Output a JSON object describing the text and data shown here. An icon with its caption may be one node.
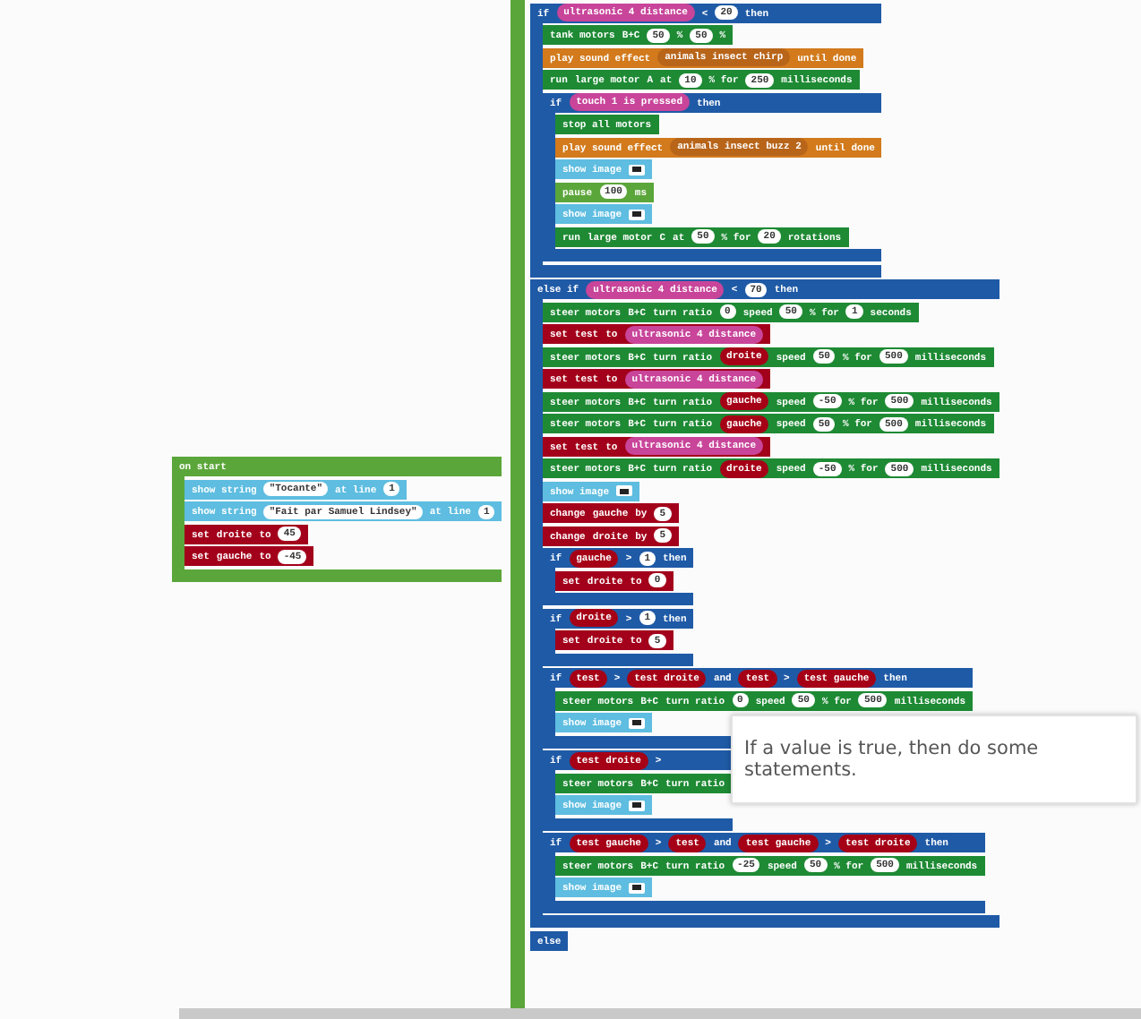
{
  "diagram": {
    "nodes": [
      {
        "text": [
          "on start"
        ]
      },
      {
        "text": [
          "show string",
          "\"Tocante\"",
          "at line",
          "1"
        ],
        "in": 0
      },
      {
        "text": [
          "show string",
          "\"Fait par Samuel Lindsey\"",
          "at line",
          "1"
        ],
        "in": 0
      },
      {
        "text": [
          "set",
          "droite",
          "to",
          "45"
        ],
        "in": 0
      },
      {
        "text": [
          "set",
          "gauche",
          "to",
          "-45"
        ],
        "in": 0
      },
      {
        "text": [],
        "shape": "box"
      },
      {
        "text": [
          "if",
          "ultrasonic 4 distance",
          "<",
          "20",
          "then"
        ],
        "in": 5
      },
      {
        "text": [
          "tank motors",
          "B+C",
          "50",
          "%",
          "50",
          "%"
        ],
        "in": 6
      },
      {
        "text": [
          "play sound effect",
          "animals insect chirp",
          "until done"
        ],
        "in": 6
      },
      {
        "text": [
          "run",
          "large motor",
          "A",
          "at",
          "10",
          "% for",
          "250",
          "milliseconds"
        ],
        "in": 6
      },
      {
        "text": [
          "if",
          "touch 1 is pressed",
          "then"
        ],
        "in": 6
      },
      {
        "text": [
          "stop all motors"
        ],
        "in": 10
      },
      {
        "text": [
          "play sound effect",
          "animals insect buzz 2",
          "until done"
        ],
        "in": 10
      },
      {
        "text": [
          "show image"
        ],
        "in": 10
      },
      {
        "text": [
          "pause",
          "100",
          "ms"
        ],
        "in": 10
      },
      {
        "text": [
          "show image"
        ],
        "in": 10
      },
      {
        "text": [
          "run",
          "large motor",
          "C",
          "at",
          "50",
          "% for",
          "20",
          "rotations"
        ],
        "in": 10
      },
      {
        "text": [
          "else if",
          "ultrasonic 4 distance",
          "<",
          "70",
          "then"
        ],
        "in": 5
      },
      {
        "text": [
          "steer motors",
          "B+C",
          "turn ratio",
          "0",
          "speed",
          "50",
          "% for",
          "1",
          "seconds"
        ],
        "in": 17
      },
      {
        "text": [
          "set",
          "test",
          "to",
          "ultrasonic 4 distance"
        ],
        "in": 17
      },
      {
        "text": [
          "steer motors",
          "B+C",
          "turn ratio",
          "droite",
          "speed",
          "50",
          "% for",
          "500",
          "milliseconds"
        ],
        "in": 17
      },
      {
        "text": [
          "set",
          "test",
          "to",
          "ultrasonic 4 distance"
        ],
        "in": 17
      },
      {
        "text": [
          "steer motors",
          "B+C",
          "turn ratio",
          "gauche",
          "speed",
          "-50",
          "% for",
          "500",
          "milliseconds"
        ],
        "in": 17
      },
      {
        "text": [
          "steer motors",
          "B+C",
          "turn ratio",
          "gauche",
          "speed",
          "50",
          "% for",
          "500",
          "milliseconds"
        ],
        "in": 17
      },
      {
        "text": [
          "set",
          "test",
          "to",
          "ultrasonic 4 distance"
        ],
        "in": 17
      },
      {
        "text": [
          "steer motors",
          "B+C",
          "turn ratio",
          "droite",
          "speed",
          "-50",
          "% for",
          "500",
          "milliseconds"
        ],
        "in": 17
      },
      {
        "text": [
          "show image"
        ],
        "in": 17
      },
      {
        "text": [
          "change",
          "gauche",
          "by",
          "5"
        ],
        "in": 17
      },
      {
        "text": [
          "change",
          "droite",
          "by",
          "5"
        ],
        "in": 17
      },
      {
        "text": [
          "if",
          "gauche",
          ">",
          "1",
          "then"
        ],
        "in": 17
      },
      {
        "text": [
          "set",
          "droite",
          "to",
          "0"
        ],
        "in": 29
      },
      {
        "text": [
          "if",
          "droite",
          ">",
          "1",
          "then"
        ],
        "in": 17
      },
      {
        "text": [
          "set",
          "droite",
          "to",
          "5"
        ],
        "in": 31
      },
      {
        "text": [
          "if",
          "test",
          ">",
          "test droite",
          "and",
          "test",
          ">",
          "test gauche",
          "then"
        ],
        "in": 17
      },
      {
        "text": [
          "steer motors",
          "B+C",
          "turn ratio",
          "0",
          "speed",
          "50",
          "% for",
          "500",
          "milliseconds"
        ],
        "in": 33
      },
      {
        "text": [
          "show image"
        ],
        "in": 33
      },
      {
        "text": [
          "if",
          "test droite",
          ">"
        ],
        "in": 17
      },
      {
        "text": [
          "steer motors",
          "B+C",
          "turn ratio"
        ],
        "in": 36
      },
      {
        "text": [
          "show image"
        ],
        "in": 36
      },
      {
        "text": [
          "if",
          "test gauche",
          ">",
          "test",
          "and",
          "test gauche",
          ">",
          "test droite",
          "then"
        ],
        "in": 17
      },
      {
        "text": [
          "steer motors",
          "B+C",
          "turn ratio",
          "-25",
          "speed",
          "50",
          "% for",
          "500",
          "milliseconds"
        ],
        "in": 39
      },
      {
        "text": [
          "show image"
        ],
        "in": 39
      },
      {
        "text": [
          "else"
        ],
        "in": 5
      },
      {
        "text": [
          "If a value is true, then do some statements."
        ]
      }
    ]
  }
}
